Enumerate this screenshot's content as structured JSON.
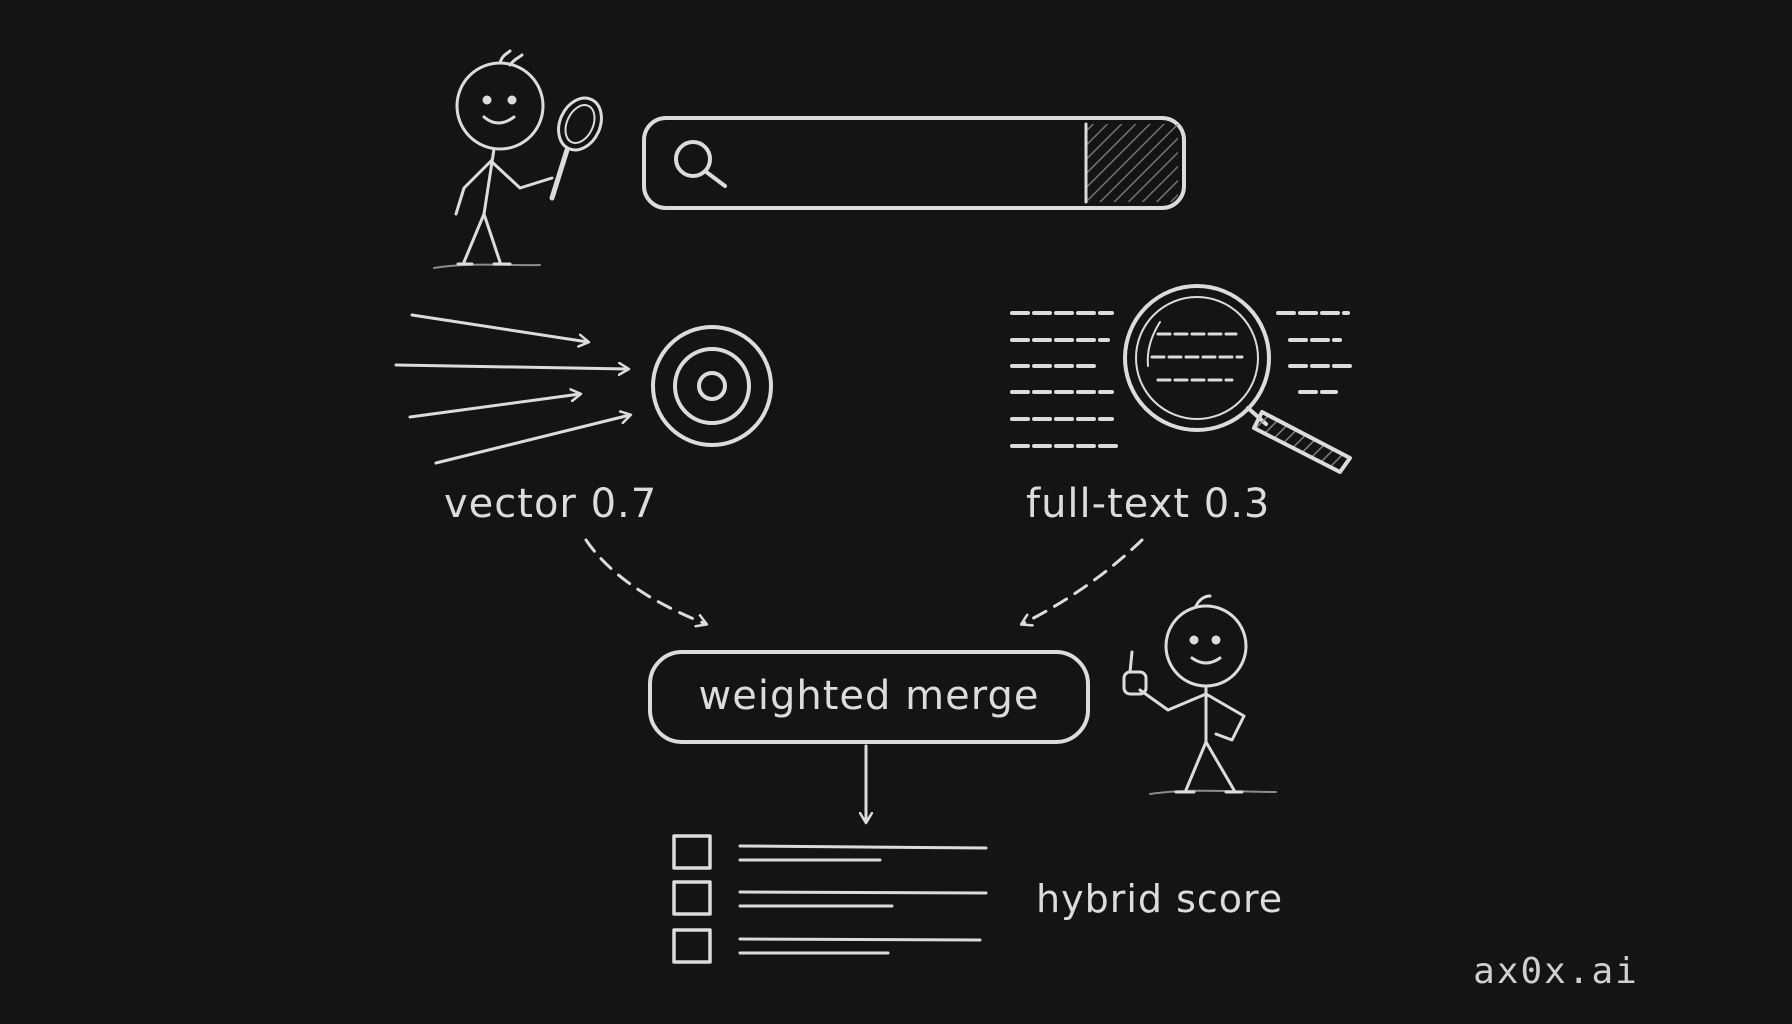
{
  "diagram": {
    "vector_label": "vector 0.7",
    "fulltext_label": "full-text 0.3",
    "merge_label": "weighted merge",
    "result_label": "hybrid score",
    "brand": "ax0x.ai"
  },
  "icons": {
    "person_searching": "stick-figure-with-magnifier",
    "search_bar": "search-bar",
    "search_bar_icon": "search-icon",
    "vector": "target-with-arrows",
    "fulltext": "magnifier-over-text",
    "person_approving": "stick-figure-thumbs-up",
    "results": "checklist"
  },
  "colors": {
    "background": "#141414",
    "chalk": "#dcdcdc"
  }
}
